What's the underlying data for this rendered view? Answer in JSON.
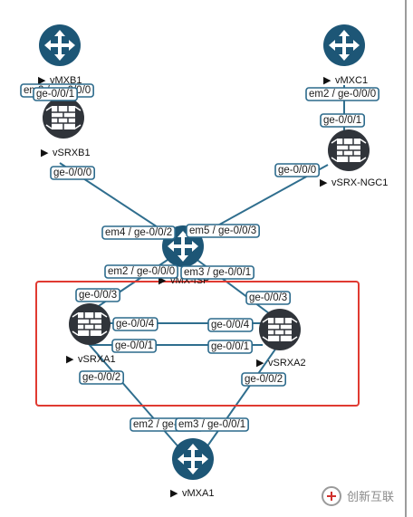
{
  "colors": {
    "link": "#2f6e8e",
    "label_border": "#2c6a8c",
    "label_fill": "#ffffff",
    "router_blue": "#1d5676",
    "firewall_dark": "#30343a",
    "highlight_box": "#e03a31",
    "vline": "#3a3a3a"
  },
  "nodes": {
    "vmxb1": {
      "label": "vMXB1",
      "type": "router"
    },
    "vmxc1": {
      "label": "vMXC1",
      "type": "router"
    },
    "vsrxb1": {
      "label": "vSRXB1",
      "type": "firewall"
    },
    "vsrx_ngc1": {
      "label": "vSRX-NGC1",
      "type": "firewall"
    },
    "vmx_isp": {
      "label": "vMX-ISP",
      "type": "router"
    },
    "vsrxa1": {
      "label": "vSRXA1",
      "type": "firewall"
    },
    "vsrxa2": {
      "label": "vSRXA2",
      "type": "firewall"
    },
    "vmxa1": {
      "label": "vMXA1",
      "type": "router"
    }
  },
  "interfaces": {
    "vmxb1_em": "em2 / ge-0/0/0",
    "vsrxb1_up": "ge-0/0/1",
    "vmxc1_em": "em2 / ge-0/0/0",
    "ngc1_up": "ge-0/0/1",
    "vsrxb1_down": "ge-0/0/0",
    "ngc1_down": "ge-0/0/0",
    "isp_left": "em4 / ge-0/0/2",
    "isp_right": "em5 / ge-0/0/3",
    "isp_bl": "em2 / ge-0/0/0",
    "isp_br": "em3 / ge-0/0/1",
    "a1_top": "ge-0/0/3",
    "a2_top": "ge-0/0/3",
    "a1_p4": "ge-0/0/4",
    "a2_p4": "ge-0/0/4",
    "a1_p1": "ge-0/0/1",
    "a2_p1": "ge-0/0/1",
    "a1_bottom": "ge-0/0/2",
    "a2_bottom": "ge-0/0/2",
    "mxa1_left": "em2 / ge-0/0/0",
    "mxa1_right": "em3 / ge-0/0/1"
  },
  "watermark": {
    "text": "创新互联"
  }
}
